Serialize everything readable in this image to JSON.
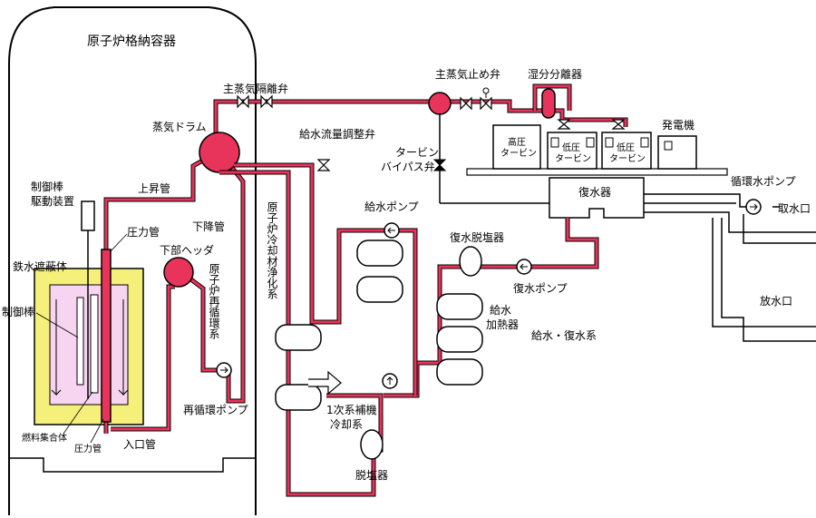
{
  "colors": {
    "steam_line": "#e8345a",
    "vessel_red": "#e8345a",
    "shield_yellow": "#f5f07a",
    "core_pink": "#f7d4ef",
    "line": "#000000"
  },
  "labels": {
    "containment": "原子炉格納容器",
    "main_steam_isolation_valve": "主蒸気隔離弁",
    "main_steam_stop_valve": "主蒸気止め弁",
    "moisture_separator": "湿分分離器",
    "steam_drum": "蒸気ドラム",
    "feedwater_flow_control_valve": "給水流量調整弁",
    "turbine_bypass_valve_1": "タービン",
    "turbine_bypass_valve_2": "バイパス弁",
    "generator": "発電機",
    "circulating_water_pump": "循環水ポンプ",
    "water_intake": "取水口",
    "condenser": "復水器",
    "hp_turbine_1": "高圧",
    "hp_turbine_2": "タービン",
    "lp_turbine_a_1": "低圧",
    "lp_turbine_a_2": "タービン",
    "lp_turbine_b_1": "低圧",
    "lp_turbine_b_2": "タービン",
    "control_rod_drive_1": "制御棒",
    "control_rod_drive_2": "駆動装置",
    "riser": "上昇管",
    "pressure_tube_upper": "圧力管",
    "downcomer": "下降管",
    "lower_header": "下部ヘッダ",
    "iron_water_shield": "鉄水遮蔽体",
    "control_rod": "制御棒",
    "fuel_assembly": "燃料集合体",
    "pressure_tube_lower": "圧力管",
    "inlet_pipe": "入口管",
    "recirculation_system": "原子炉再循環系",
    "recirculation_pump": "再循環ポンプ",
    "cleanup_system": "原子炉冷却材浄化系",
    "feedwater_pump": "給水ポンプ",
    "condensate_demineralizer": "復水脱塩器",
    "condensate_pump": "復水ポンプ",
    "feedwater_heater_1": "給水",
    "feedwater_heater_2": "加熱器",
    "feedwater_condensate_system": "給水・復水系",
    "discharge": "放水口",
    "primary_aux_cooling_1": "1次系補機",
    "primary_aux_cooling_2": "冷却系",
    "demineralizer": "脱塩器"
  }
}
